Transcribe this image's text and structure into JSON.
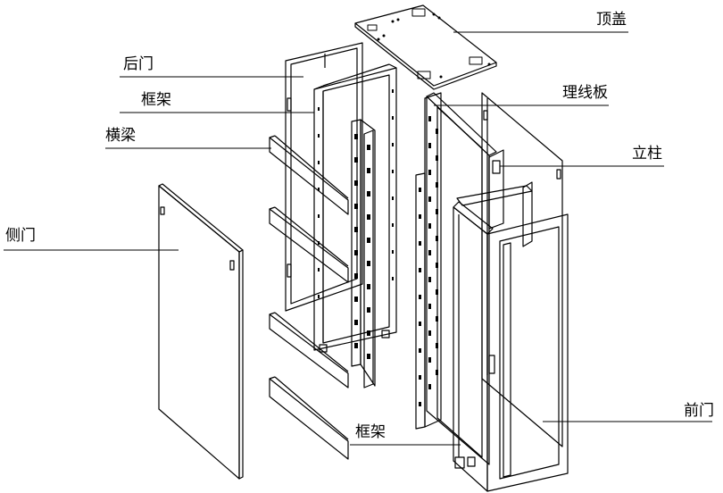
{
  "diagram": {
    "labels": {
      "top_cover": "顶盖",
      "rear_door": "后门",
      "frame_upper": "框架",
      "crossbeam": "横梁",
      "side_door": "侧门",
      "cable_manager": "理线板",
      "upright": "立柱",
      "front_door": "前门",
      "frame_lower": "框架"
    }
  },
  "colors": {
    "line": "#000000",
    "background": "#ffffff"
  }
}
